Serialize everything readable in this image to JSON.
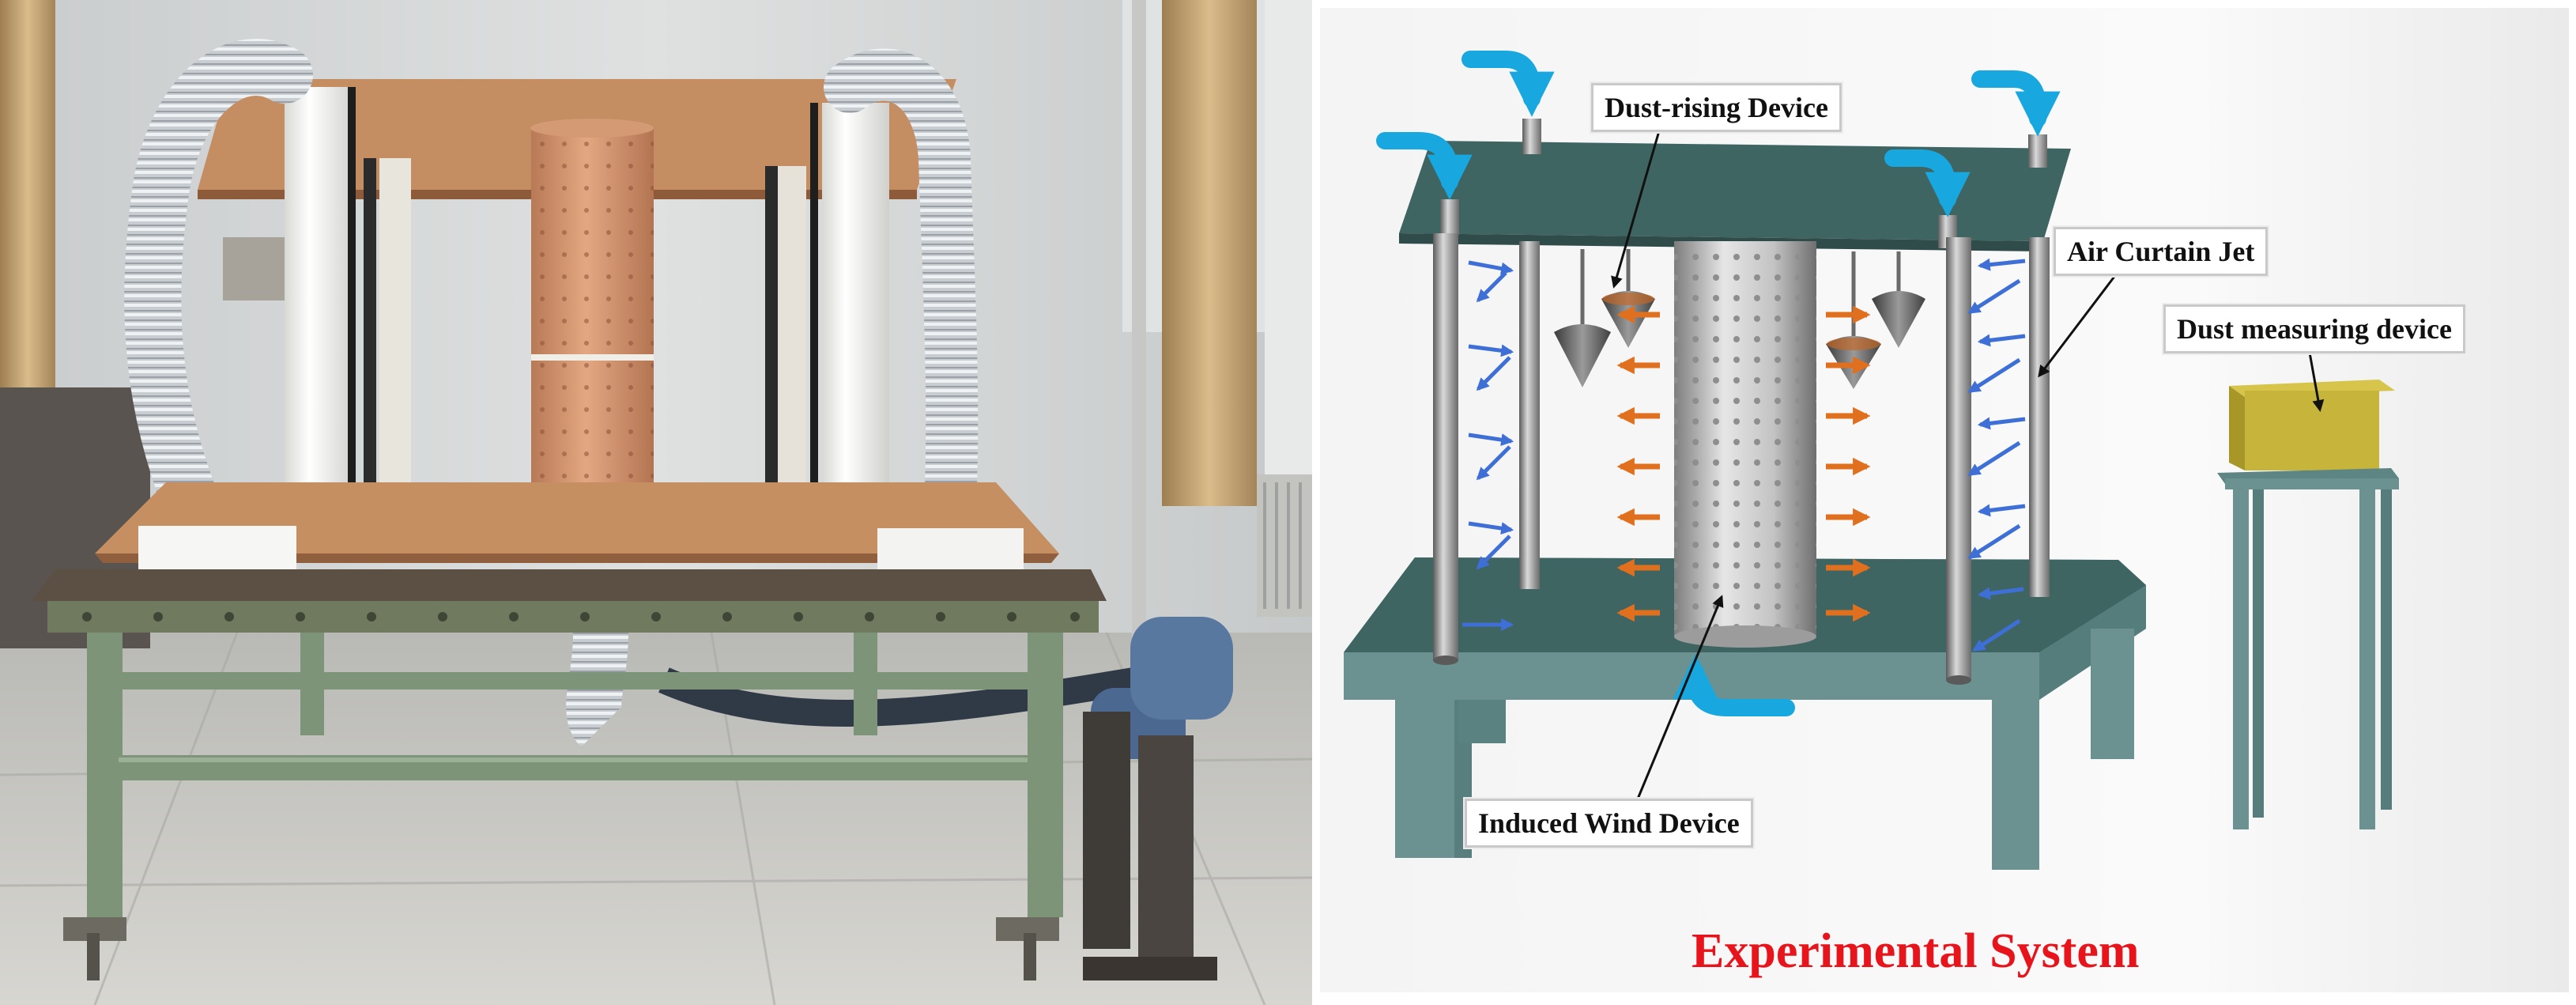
{
  "photo": {
    "description_free": true
  },
  "labels": {
    "dust_rising": "Dust-rising Device",
    "air_curtain": "Air Curtain Jet",
    "dust_measuring": "Dust measuring device",
    "induced_wind": "Induced Wind Device"
  },
  "caption": {
    "text": "Experimental System"
  },
  "colors": {
    "caption_red": "#e8141c",
    "inflow_blue": "#19a7e0",
    "jet_blue": "#3e6fd6",
    "induced_orange": "#e0701e",
    "platform": "#3f6563",
    "table": "#6b9290",
    "box": "#c6b53a"
  }
}
